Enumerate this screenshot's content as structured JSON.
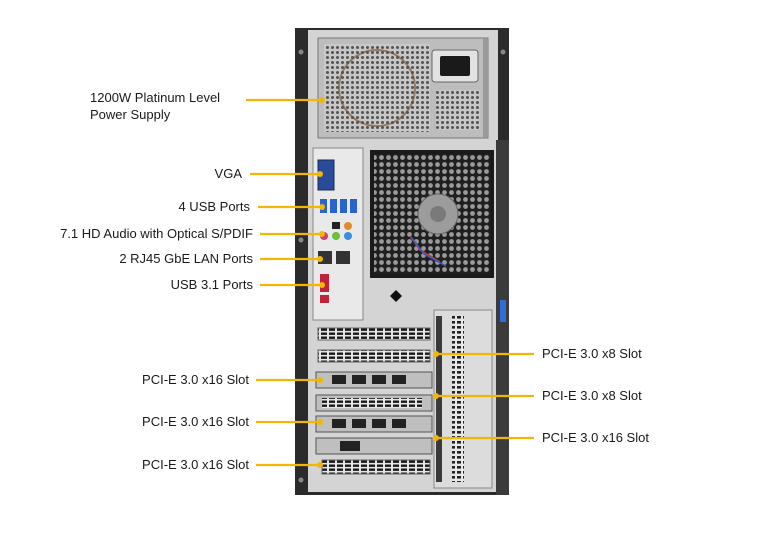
{
  "callouts_left": [
    {
      "id": "psu",
      "lines": [
        "1200W Platinum Level",
        "Power Supply"
      ]
    },
    {
      "id": "vga",
      "lines": [
        "VGA"
      ]
    },
    {
      "id": "usb",
      "lines": [
        "4 USB Ports"
      ]
    },
    {
      "id": "audio",
      "lines": [
        "7.1 HD Audio with Optical S/PDIF"
      ]
    },
    {
      "id": "lan",
      "lines": [
        "2 RJ45 GbE LAN Ports"
      ]
    },
    {
      "id": "usb31",
      "lines": [
        "USB 3.1 Ports"
      ]
    },
    {
      "id": "pcie-l1",
      "lines": [
        "PCI-E 3.0 x16 Slot"
      ]
    },
    {
      "id": "pcie-l2",
      "lines": [
        "PCI-E 3.0 x16 Slot"
      ]
    },
    {
      "id": "pcie-l3",
      "lines": [
        "PCI-E 3.0 x16 Slot"
      ]
    }
  ],
  "callouts_right": [
    {
      "id": "pcie-r1",
      "lines": [
        "PCI-E 3.0 x8 Slot"
      ]
    },
    {
      "id": "pcie-r2",
      "lines": [
        "PCI-E 3.0 x8 Slot"
      ]
    },
    {
      "id": "pcie-r3",
      "lines": [
        "PCI-E 3.0 x16 Slot"
      ]
    }
  ],
  "colors": {
    "leader": "#f2b705",
    "chassis": "#2b2b2b",
    "panel": "#cfcfcf",
    "grille": "#1e1e1e"
  }
}
